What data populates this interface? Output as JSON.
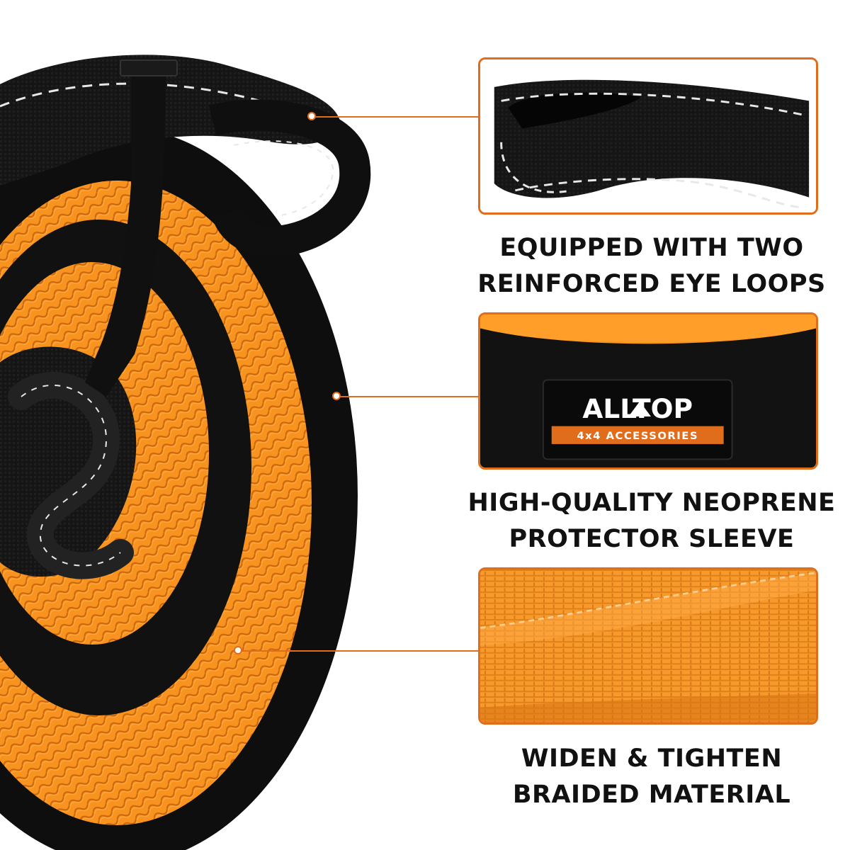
{
  "colors": {
    "accent": "#e06d1b",
    "rope_orange": "#f7931e",
    "neoprene_black": "#121212",
    "stitch_white": "#e8e8e8",
    "caption_text": "#111111"
  },
  "features": [
    {
      "id": "eye-loops",
      "line1": "EQUIPPED WITH TWO",
      "line2": "REINFORCED EYE LOOPS",
      "image": "black webbing eye loop with white stitching"
    },
    {
      "id": "neoprene-sleeve",
      "line1": "HIGH-QUALITY NEOPRENE",
      "line2": "PROTECTOR SLEEVE",
      "image": "black neoprene sleeve with brand label"
    },
    {
      "id": "braided-material",
      "line1": "WIDEN & TIGHTEN",
      "line2": "BRAIDED MATERIAL",
      "image": "close-up of orange braided webbing"
    }
  ],
  "brand_label": {
    "name": "ALLTOP",
    "tagline": "4x4 ACCESSORIES"
  }
}
